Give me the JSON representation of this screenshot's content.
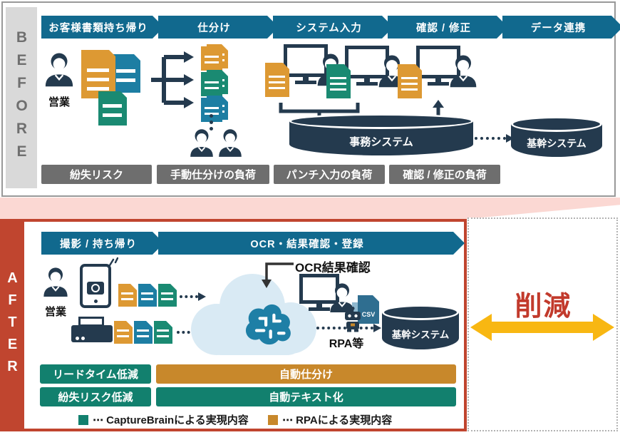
{
  "before": {
    "title": "BEFORE",
    "steps": [
      "お客様書類持ち帰り",
      "仕分け",
      "システム入力",
      "確認 / 修正",
      "データ連携"
    ],
    "sales_label": "営業",
    "office_system_label": "事務システム",
    "core_system_label": "基幹システム",
    "pain_points": [
      "紛失リスク",
      "手動仕分けの負荷",
      "パンチ入力の負荷",
      "確認 / 修正の負荷"
    ]
  },
  "after": {
    "title": "AFTER",
    "steps": [
      "撮影 / 持ち帰り",
      "OCR・結果確認・登録"
    ],
    "sales_label": "営業",
    "ocr_check_label": "OCR結果確認",
    "rpa_label": "RPA等",
    "csv_label": "CSV",
    "core_system_label": "基幹システム",
    "benefits": [
      {
        "label": "リードタイム低減",
        "color": "teal"
      },
      {
        "label": "自動仕分け",
        "color": "orange"
      },
      {
        "label": "紛失リスク低減",
        "color": "teal"
      },
      {
        "label": "自動テキスト化",
        "color": "teal"
      }
    ],
    "legend": [
      {
        "label": "⋯ CaptureBrainによる実現内容",
        "swatch": "#12806e"
      },
      {
        "label": "⋯ RPAによる実現内容",
        "swatch": "#c8882b"
      }
    ]
  },
  "reduction_label": "削減",
  "colors": {
    "step_arrow": "#11698e",
    "dark_navy": "#243a4e",
    "doc_orange": "#dd9933",
    "doc_blue": "#1d7ea3",
    "doc_teal": "#1a8a72",
    "pain_gray": "#6e6e6e",
    "benefit_teal": "#12806e",
    "benefit_orange": "#c8882b",
    "after_red": "#c0452f",
    "transition_pink": "#fbd8d3",
    "reduction_red": "#c23a2c",
    "arrow_yellow": "#f8b712",
    "cloud_blue": "#d9eaf4"
  }
}
